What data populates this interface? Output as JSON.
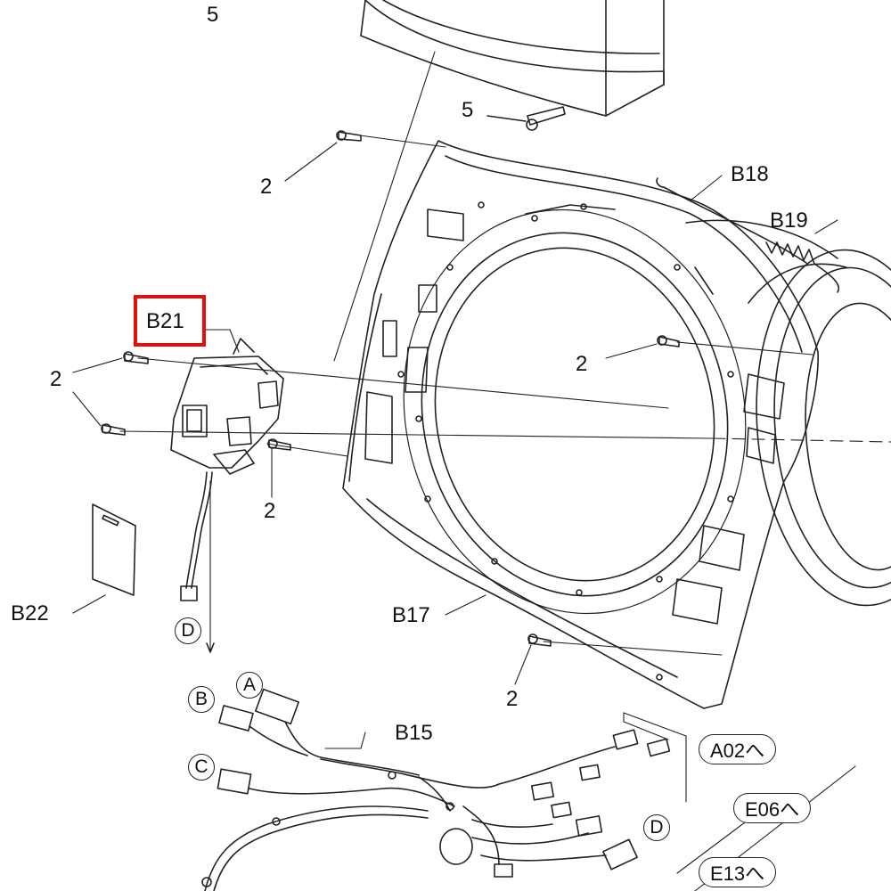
{
  "diagram": {
    "highlight_color": "#e01010",
    "line_color": "#222222",
    "part_labels": {
      "p5_top": "5",
      "p5_screw": "5",
      "p2_a": "2",
      "p2_b": "2",
      "p2_c": "2",
      "p2_d": "2",
      "p2_e": "2",
      "B17": "B17",
      "B18": "B18",
      "B19": "B19",
      "B21": "B21",
      "B22": "B22",
      "B15": "B15"
    },
    "connector_markers": {
      "A": "A",
      "B": "B",
      "C": "C",
      "D_left": "D",
      "D_right": "D"
    },
    "references": {
      "A02": "A02へ",
      "E06": "E06へ",
      "E13": "E13へ"
    },
    "highlighted_part": "B21"
  }
}
